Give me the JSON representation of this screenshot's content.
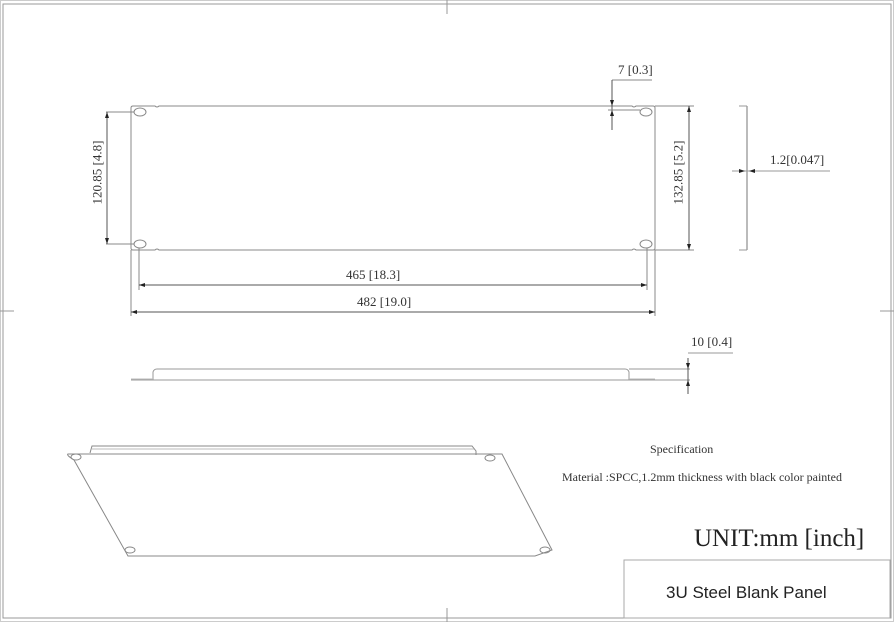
{
  "drawing": {
    "dimensions": {
      "hole_pitch_vertical": "120.85 [4.8]",
      "panel_height": "132.85 [5.2]",
      "slot_offset": "7 [0.3]",
      "thickness": "1.2[0.047]",
      "hole_spacing_horizontal": "465 [18.3]",
      "overall_width": "482 [19.0]",
      "flange_depth": "10 [0.4]"
    },
    "specification_heading": "Specification",
    "specification_text": "Material :SPCC,1.2mm thickness with black color painted",
    "unit_label": "UNIT:mm [inch]",
    "title_block": "3U Steel  Blank Panel"
  }
}
